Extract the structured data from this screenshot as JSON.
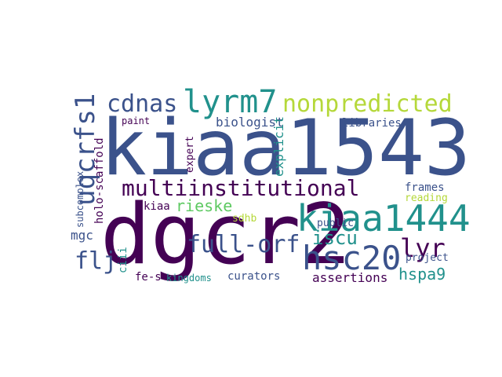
{
  "palette": {
    "background": "#ffffff",
    "dark_purple": "#440154",
    "blue": "#3b528b",
    "teal": "#21918c",
    "green": "#5ec962",
    "yellow_green": "#b5d83a"
  },
  "words": {
    "kiaa1543": "kiaa1543",
    "dgcr2": "dgcr2",
    "multiinstitutional": "multiinstitutional",
    "kiaa1444": "kiaa1444",
    "lyrm7": "lyrm7",
    "nonpredicted": "nonpredicted",
    "uqcrfs1": "uqcrfs1",
    "cdnas": "cdnas",
    "hsc20": "hsc20",
    "full_orf": "full-orf",
    "iscu": "iscu",
    "flj": "flj",
    "lyr": "lyr",
    "rieske": "rieske",
    "biologist": "biologist",
    "holo_scaffold": "holo-scaffold",
    "hspa9": "hspa9",
    "explicit": "explicit",
    "assertions": "assertions",
    "kiaa": "kiaa",
    "curators": "curators",
    "frames": "frames",
    "fe_s": "fe-s",
    "kingdoms": "kingdoms",
    "ciii": "ciii",
    "mgc": "mgc",
    "subcomplex": "subcomplex",
    "libraries": "libraries",
    "public": "public",
    "sdhb": "sdhb",
    "reading": "reading",
    "project": "project",
    "paint": "paint",
    "expert": "expert"
  }
}
